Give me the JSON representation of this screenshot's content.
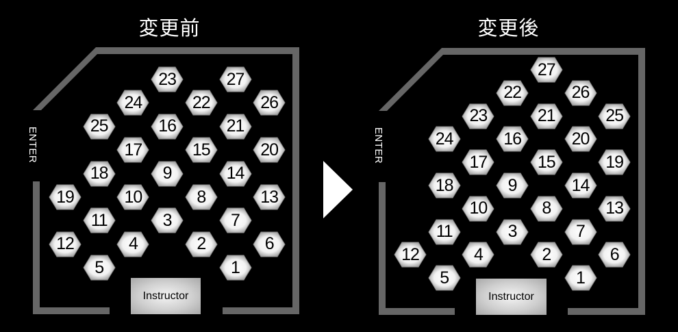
{
  "panels": [
    {
      "id": "before",
      "title": "変更前",
      "enter_label": "ENTER",
      "instructor_label": "Instructor",
      "seats": [
        {
          "n": "23",
          "col": 3,
          "row": 0
        },
        {
          "n": "27",
          "col": 5,
          "row": 0
        },
        {
          "n": "24",
          "col": 2,
          "row": 1
        },
        {
          "n": "22",
          "col": 4,
          "row": 1
        },
        {
          "n": "26",
          "col": 6,
          "row": 1
        },
        {
          "n": "25",
          "col": 1,
          "row": 2
        },
        {
          "n": "16",
          "col": 3,
          "row": 2
        },
        {
          "n": "21",
          "col": 5,
          "row": 2
        },
        {
          "n": "17",
          "col": 2,
          "row": 3
        },
        {
          "n": "15",
          "col": 4,
          "row": 3
        },
        {
          "n": "20",
          "col": 6,
          "row": 3
        },
        {
          "n": "18",
          "col": 1,
          "row": 4
        },
        {
          "n": "9",
          "col": 3,
          "row": 4
        },
        {
          "n": "14",
          "col": 5,
          "row": 4
        },
        {
          "n": "19",
          "col": 0,
          "row": 5
        },
        {
          "n": "10",
          "col": 2,
          "row": 5
        },
        {
          "n": "8",
          "col": 4,
          "row": 5
        },
        {
          "n": "13",
          "col": 6,
          "row": 5
        },
        {
          "n": "11",
          "col": 1,
          "row": 6
        },
        {
          "n": "3",
          "col": 3,
          "row": 6
        },
        {
          "n": "7",
          "col": 5,
          "row": 6
        },
        {
          "n": "12",
          "col": 0,
          "row": 7
        },
        {
          "n": "4",
          "col": 2,
          "row": 7
        },
        {
          "n": "2",
          "col": 4,
          "row": 7
        },
        {
          "n": "6",
          "col": 6,
          "row": 7
        },
        {
          "n": "5",
          "col": 1,
          "row": 8
        },
        {
          "n": "1",
          "col": 5,
          "row": 8
        }
      ]
    },
    {
      "id": "after",
      "title": "変更後",
      "enter_label": "ENTER",
      "instructor_label": "Instructor",
      "seats": [
        {
          "n": "27",
          "col": 4,
          "row": 0
        },
        {
          "n": "22",
          "col": 3,
          "row": 1
        },
        {
          "n": "26",
          "col": 5,
          "row": 1
        },
        {
          "n": "23",
          "col": 2,
          "row": 2
        },
        {
          "n": "21",
          "col": 4,
          "row": 2
        },
        {
          "n": "25",
          "col": 6,
          "row": 2
        },
        {
          "n": "24",
          "col": 1,
          "row": 3
        },
        {
          "n": "16",
          "col": 3,
          "row": 3
        },
        {
          "n": "20",
          "col": 5,
          "row": 3
        },
        {
          "n": "17",
          "col": 2,
          "row": 4
        },
        {
          "n": "15",
          "col": 4,
          "row": 4
        },
        {
          "n": "19",
          "col": 6,
          "row": 4
        },
        {
          "n": "18",
          "col": 1,
          "row": 5
        },
        {
          "n": "9",
          "col": 3,
          "row": 5
        },
        {
          "n": "14",
          "col": 5,
          "row": 5
        },
        {
          "n": "10",
          "col": 2,
          "row": 6
        },
        {
          "n": "8",
          "col": 4,
          "row": 6
        },
        {
          "n": "13",
          "col": 6,
          "row": 6
        },
        {
          "n": "11",
          "col": 1,
          "row": 7
        },
        {
          "n": "3",
          "col": 3,
          "row": 7
        },
        {
          "n": "7",
          "col": 5,
          "row": 7
        },
        {
          "n": "12",
          "col": 0,
          "row": 8
        },
        {
          "n": "4",
          "col": 2,
          "row": 8
        },
        {
          "n": "2",
          "col": 4,
          "row": 8
        },
        {
          "n": "6",
          "col": 6,
          "row": 8
        },
        {
          "n": "5",
          "col": 1,
          "row": 9
        },
        {
          "n": "1",
          "col": 5,
          "row": 9
        }
      ]
    }
  ],
  "arrow_icon": "triangle-right-icon",
  "colors": {
    "background": "#000000",
    "wall": "#666666",
    "text": "#ffffff",
    "hex_center": "#ffffff",
    "hex_edge": "#9a9a9a"
  }
}
